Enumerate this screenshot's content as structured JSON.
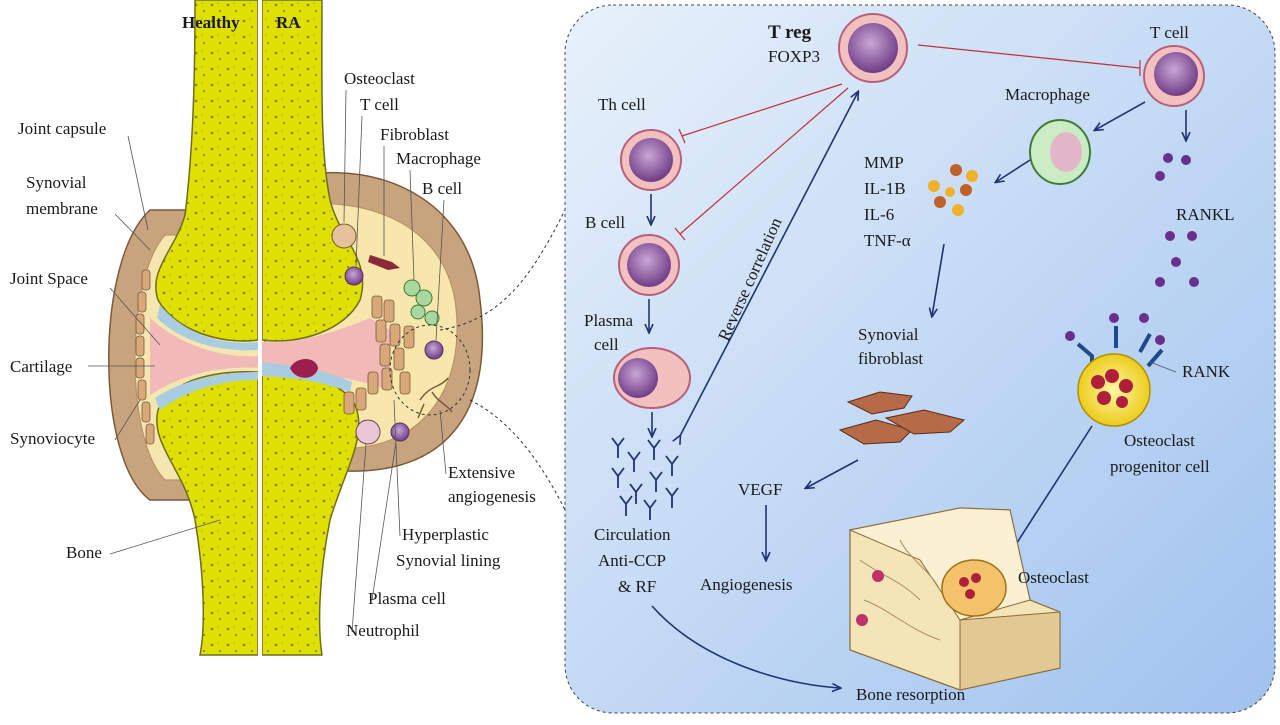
{
  "joint": {
    "healthy_label": "Healthy",
    "ra_label": "RA",
    "left_labels": [
      "Joint capsule",
      "Synovial",
      "membrane",
      "Joint Space",
      "Cartilage",
      "Synoviocyte",
      "Bone"
    ],
    "right_labels": [
      "Osteoclast",
      "T cell",
      "Fibroblast",
      "Macrophage",
      "B cell",
      "Extensive",
      "angiogenesis",
      "Hyperplastic",
      "Synovial lining",
      "Plasma cell",
      "Neutrophil"
    ]
  },
  "pathway": {
    "treg_title": "T reg",
    "treg_sub": "FOXP3",
    "tcell": "T cell",
    "macrophage": "Macrophage",
    "th_cell": "Th cell",
    "b_cell": "B cell",
    "plasma_1": "Plasma",
    "plasma_2": "cell",
    "reverse": "Reverse correlation",
    "cytokines": [
      "MMP",
      "IL-1B",
      "IL-6",
      "TNF-α"
    ],
    "rankl": "RANKL",
    "rank": "RANK",
    "syn_fib_1": "Synovial",
    "syn_fib_2": "fibroblast",
    "ocp_1": "Osteoclast",
    "ocp_2": "progenitor cell",
    "circ_1": "Circulation",
    "circ_2": "Anti-CCP",
    "circ_3": "& RF",
    "vegf": "VEGF",
    "angiogenesis": "Angiogenesis",
    "osteoclast": "Osteoclast",
    "bone_resorption": "Bone resorption"
  },
  "colors": {
    "bone_yellow": "#dfe000",
    "capsule_tan": "#c8a47e",
    "synovial_pink": "#f2b9b9",
    "panel_blue": "#a9c8ef",
    "arrow_navy": "#1f3470",
    "inhibit_red": "#c0303a",
    "cell_purple": "#8a4f9e"
  }
}
